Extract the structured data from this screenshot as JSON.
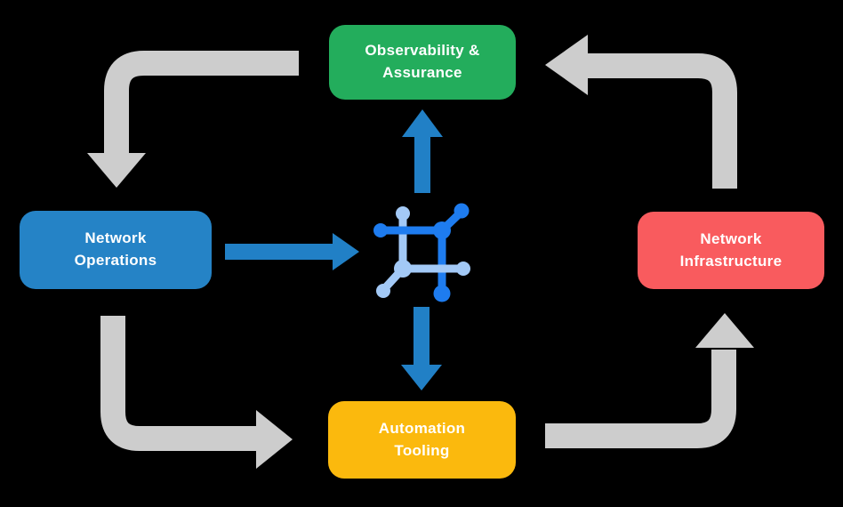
{
  "title": "Network automation operations cycle diagram",
  "colors": {
    "background": "#000000",
    "green": "#23AD5C",
    "blue": "#2583C6",
    "red": "#F95B5E",
    "yellow": "#FBB90D",
    "gray_arrow": "#CDCDCD",
    "blue_arrow": "#2180C6",
    "icon_dark_blue": "#1E7CEF",
    "icon_light_blue": "#A3C9F6",
    "label_text": "#FFFFFF"
  },
  "nodes": {
    "observability": {
      "label": "Observability &\nAssurance",
      "color": "#23AD5C"
    },
    "operations": {
      "label": "Network\nOperations",
      "color": "#2583C6"
    },
    "infrastructure": {
      "label": "Network\nInfrastructure",
      "color": "#F95B5E"
    },
    "automation": {
      "label": "Automation\nTooling",
      "color": "#FBB90D"
    }
  },
  "center_icon": {
    "name": "network-nodes-icon"
  },
  "flows": [
    {
      "from": "observability",
      "to": "operations",
      "style": "gray"
    },
    {
      "from": "operations",
      "to": "automation",
      "style": "gray"
    },
    {
      "from": "automation",
      "to": "infrastructure",
      "style": "gray"
    },
    {
      "from": "infrastructure",
      "to": "observability",
      "style": "gray"
    },
    {
      "from": "operations",
      "to": "center-icon",
      "style": "blue"
    },
    {
      "from": "center-icon",
      "to": "observability",
      "style": "blue"
    },
    {
      "from": "center-icon",
      "to": "automation",
      "style": "blue"
    }
  ]
}
